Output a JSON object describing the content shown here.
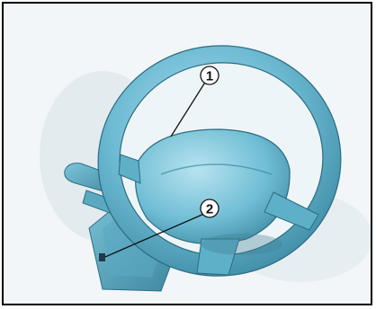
{
  "figure": {
    "subject": "steering-wheel",
    "colors": {
      "background": "#f2f6f8",
      "wheel": "#64b6cf",
      "wheel_dark": "#3f8fa8",
      "wheel_light": "#9fd7e6",
      "outline": "#111111"
    },
    "callouts": [
      {
        "label": "1"
      },
      {
        "label": "2"
      }
    ]
  }
}
